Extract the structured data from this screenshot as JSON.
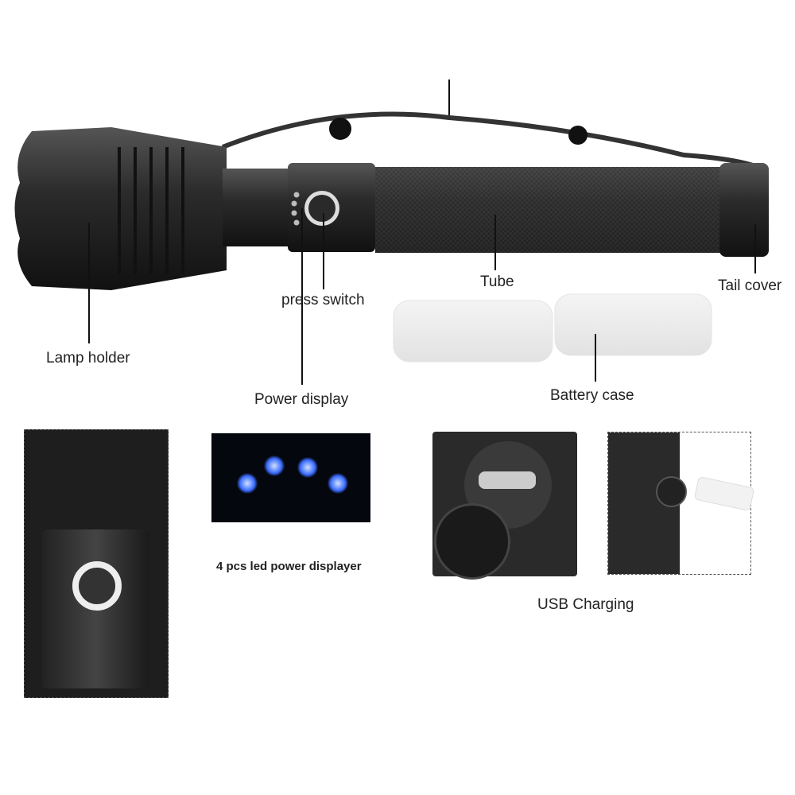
{
  "labels": {
    "lamp_holder": "Lamp holder",
    "press_switch": "press switch",
    "power_display": "Power display",
    "tube": "Tube",
    "tail_cover": "Tail cover",
    "battery_case": "Battery case",
    "led_caption": "4 pcs led power displayer",
    "usb_charging": "USB Charging"
  },
  "colors": {
    "body": "#2a2a2a",
    "led": "#3a6cff",
    "case": "#eeeeee"
  }
}
